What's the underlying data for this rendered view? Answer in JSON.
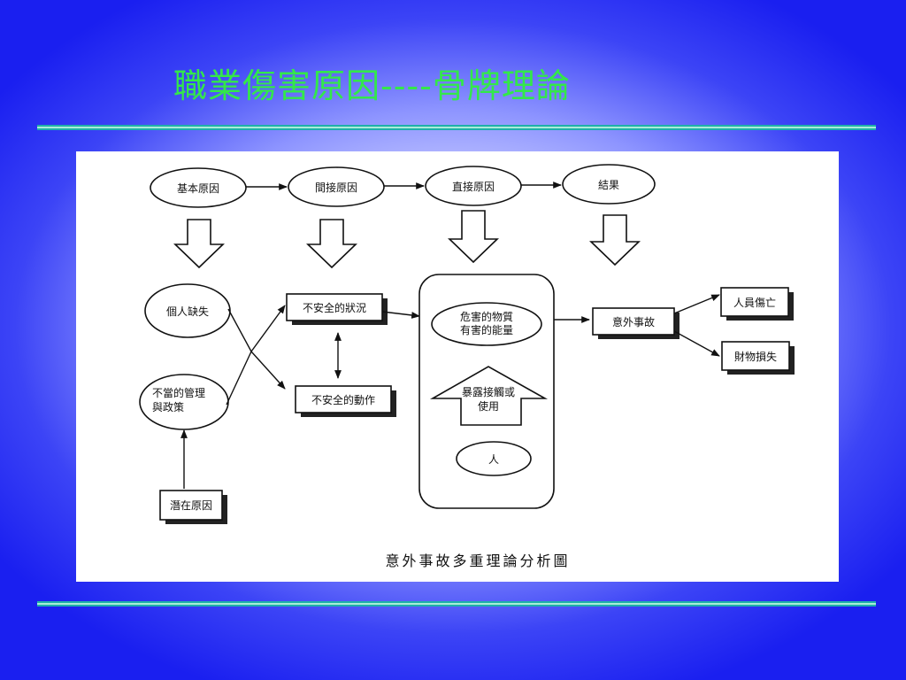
{
  "slide": {
    "title": "職業傷害原因----骨牌理論"
  },
  "diagram": {
    "nodes": {
      "basic_cause": "基本原因",
      "indirect_cause": "間接原因",
      "direct_cause": "直接原因",
      "result": "結果",
      "personal_fault": "個人缺失",
      "improper_mgmt_line1": "不當的管理",
      "improper_mgmt_line2": "與政策",
      "latent_cause": "潛在原因",
      "unsafe_condition": "不安全的狀況",
      "unsafe_act": "不安全的動作",
      "hazard_line1": "危害的物質",
      "hazard_line2": "有害的能量",
      "exposure_line1": "暴露接觸或",
      "exposure_line2": "使用",
      "person": "人",
      "accident": "意外事故",
      "injury": "人員傷亡",
      "property_loss": "財物損失"
    },
    "caption": "意外事故多重理論分析圖"
  }
}
